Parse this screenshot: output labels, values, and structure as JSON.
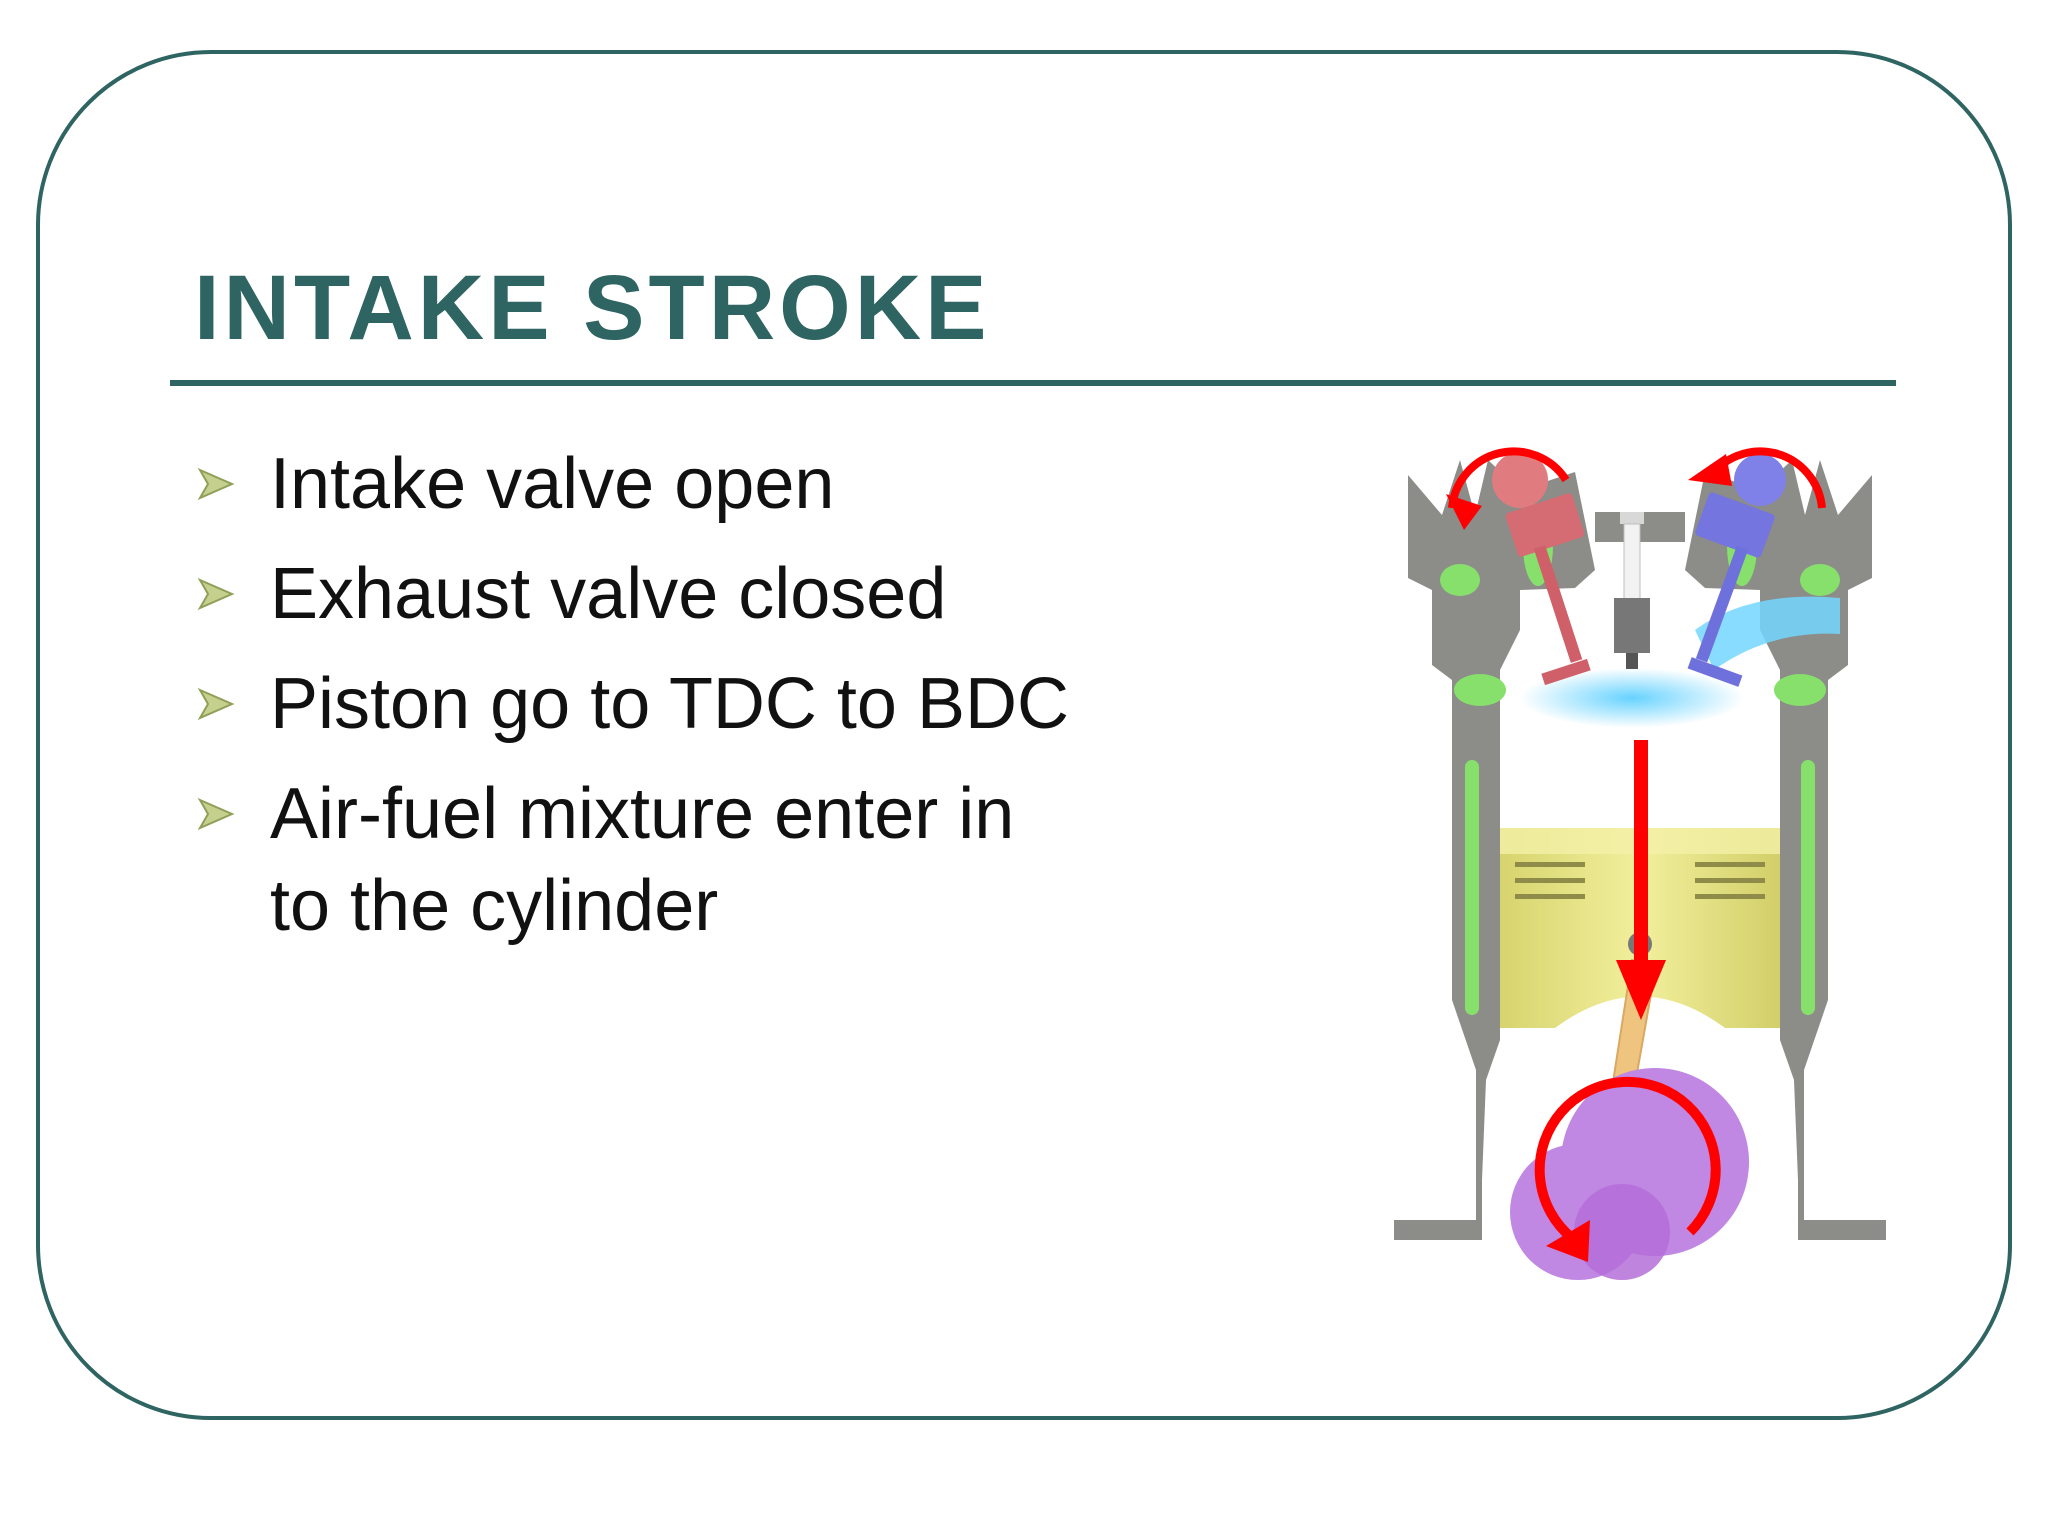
{
  "slide": {
    "title": "INTAKE STROKE",
    "bullets": [
      "Intake valve open",
      "Exhaust valve closed",
      "Piston go to TDC to BDC",
      "Air-fuel mixture enter in to the cylinder"
    ]
  },
  "icons": {
    "bullet": "arrowhead-bullet-icon",
    "diagram": "engine-cylinder-illustration"
  },
  "colors": {
    "theme": "#2e6461",
    "bullet_arrow": "#a4b56a",
    "engine_block": "#8c8c88",
    "coolant": "#86e06b",
    "piston": "#e6e28a",
    "crank": "#c087e3",
    "intake_valve": "#e07c80",
    "exhaust_valve": "#7f80e8",
    "motion_arrow": "#ff0000"
  }
}
